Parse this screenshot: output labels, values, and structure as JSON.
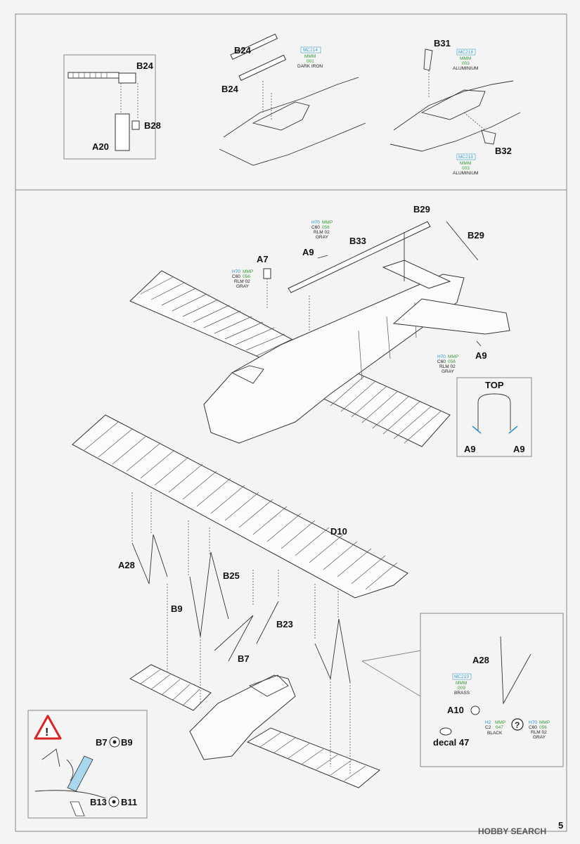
{
  "page_number": "5",
  "watermark": "HOBBY SEARCH",
  "step1": {
    "inset": {
      "labels": [
        "B24",
        "B28",
        "A20"
      ]
    },
    "guns": {
      "labels": [
        "B24",
        "B24"
      ],
      "paint": {
        "code1": "MC214",
        "code2": "MMM",
        "code3": "001",
        "name": "DARK IRON"
      }
    },
    "cowl": {
      "labels": [
        "B31",
        "B32"
      ],
      "paint_top": {
        "code1": "MC218",
        "code2": "MMM",
        "code3": "003",
        "name": "ALUMINIUM"
      },
      "paint_bottom": {
        "code1": "MC218",
        "code2": "MMM",
        "code3": "003",
        "name": "ALUMINIUM"
      }
    }
  },
  "step2": {
    "labels": {
      "b29a": "B29",
      "b29b": "B29",
      "b33": "B33",
      "a9a": "A9",
      "a7": "A7",
      "a9b": "A9"
    },
    "paint_a9": {
      "h": "H70",
      "c": "C60",
      "mmp": "MMP",
      "num": "056",
      "name1": "RLM 02",
      "name2": "GRAY"
    },
    "paint_a7": {
      "h": "H70",
      "c": "C60",
      "mmp": "MMP",
      "num": "056",
      "name1": "RLM 02",
      "name2": "GRAY"
    },
    "paint_a9b": {
      "h": "H70",
      "c": "C60",
      "mmp": "MMP",
      "num": "056",
      "name1": "RLM 02",
      "name2": "GRAY"
    },
    "top_view": {
      "title": "TOP",
      "left": "A9",
      "right": "A9"
    }
  },
  "step3": {
    "labels": {
      "d10": "D10",
      "a28": "A28",
      "b25": "B25",
      "b9": "B9",
      "b23": "B23",
      "b7": "B7"
    },
    "detail": {
      "a28": "A28",
      "a10": "A10",
      "decal": "decal 47",
      "paint_brass": {
        "code1": "MC219",
        "code2": "MMM",
        "code3": "009",
        "name": "BRASS"
      },
      "paint_black": {
        "h": "H2",
        "c": "C2",
        "mmp": "MMP",
        "num": "047",
        "name": "BLACK"
      },
      "paint_gray": {
        "h": "H70",
        "c": "C60",
        "mmp": "MMP",
        "num": "056",
        "name1": "RLM 02",
        "name2": "GRAY"
      },
      "question_icon": "question-mark"
    },
    "warning": {
      "icon": "warning-exclamation",
      "line1_a": "B7",
      "line1_b": "B9",
      "line2_a": "B13",
      "line2_b": "B11"
    }
  }
}
